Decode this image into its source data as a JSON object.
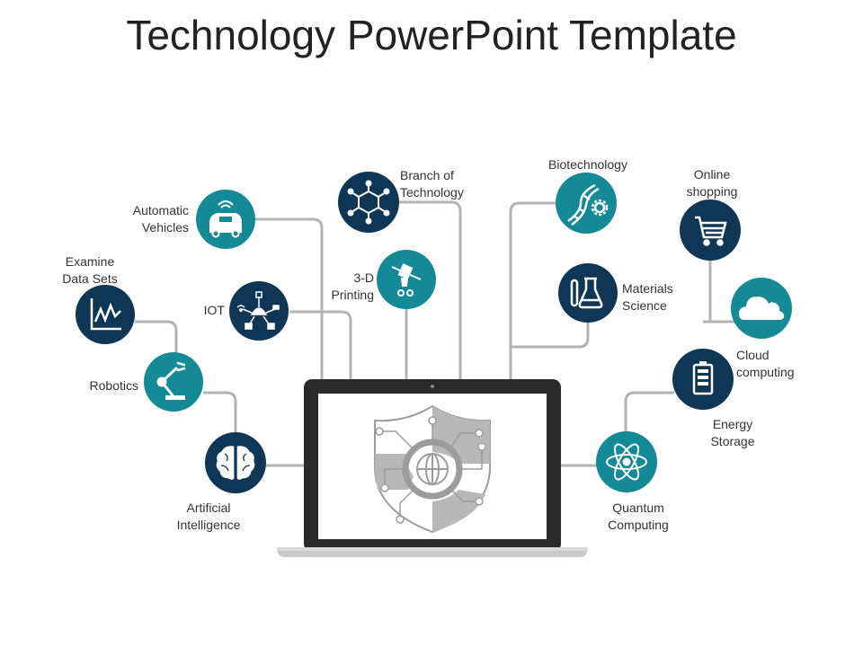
{
  "title": "Technology PowerPoint Template",
  "colors": {
    "navy": "#0f3654",
    "teal": "#148a96",
    "connector": "#b3b3b3",
    "laptop": "#2a2a2a",
    "screen_art": "#9c9c9c"
  },
  "nodes": {
    "automatic_vehicles": {
      "line1": "Automatic",
      "line2": "Vehicles",
      "icon": "car-icon"
    },
    "branch_of_technology": {
      "line1": "Branch of",
      "line2": "Technology",
      "icon": "molecule-icon"
    },
    "biotechnology": {
      "line1": "Biotechnology",
      "icon": "dna-gear-icon"
    },
    "online_shopping": {
      "line1": "Online",
      "line2": "shopping",
      "icon": "shopping-cart-icon"
    },
    "examine_data_sets": {
      "line1": "Examine",
      "line2": "Data Sets",
      "icon": "line-graph-icon"
    },
    "iot": {
      "line1": "IOT",
      "icon": "network-icon"
    },
    "printing_3d": {
      "line1": "3-D",
      "line2": "Printing",
      "icon": "printer-nozzle-icon"
    },
    "materials_science": {
      "line1": "Materials",
      "line2": "Science",
      "icon": "flask-icon"
    },
    "cloud_computing": {
      "line1": "Cloud",
      "line2": "computing",
      "icon": "cloud-icon"
    },
    "robotics": {
      "line1": "Robotics",
      "icon": "robot-arm-icon"
    },
    "energy_storage": {
      "line1": "Energy",
      "line2": "Storage",
      "icon": "battery-icon"
    },
    "artificial_intelligence": {
      "line1": "Artificial",
      "line2": "Intelligence",
      "icon": "brain-icon"
    },
    "quantum_computing": {
      "line1": "Quantum",
      "line2": "Computing",
      "icon": "atom-icon"
    }
  },
  "center_icon": "shield-globe-icon",
  "device_icon": "laptop-icon"
}
